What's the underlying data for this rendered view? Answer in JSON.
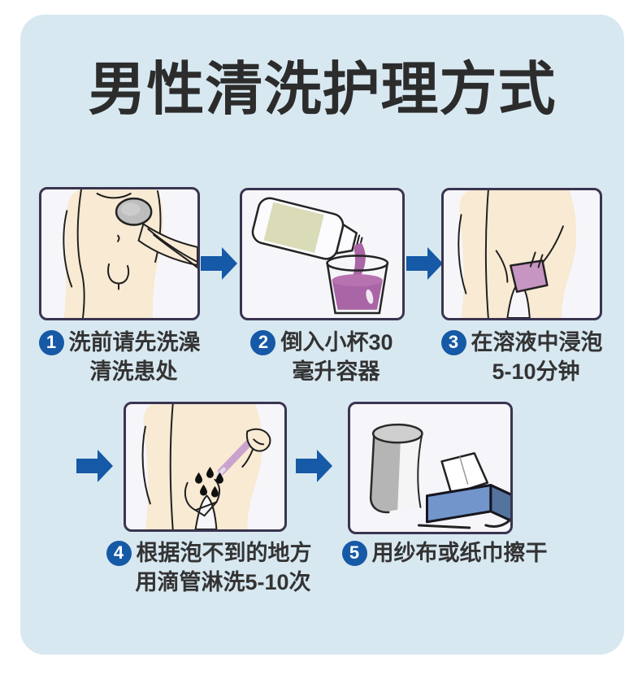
{
  "title": "男性清洗护理方式",
  "steps": [
    {
      "num": "1",
      "line1": "洗前请先洗澡",
      "line2": "清洗患处"
    },
    {
      "num": "2",
      "line1": "倒入小杯30",
      "line2": "毫升容器"
    },
    {
      "num": "3",
      "line1": "在溶液中浸泡",
      "line2": "5-10分钟"
    },
    {
      "num": "4",
      "line1": "根据泡不到的地方",
      "line2": "用滴管淋洗5-10次"
    },
    {
      "num": "5",
      "line1": "用纱布或纸巾擦干",
      "line2": ""
    }
  ],
  "colors": {
    "card_bg": "#d8e8f1",
    "panel_bg": "#f6f6fa",
    "panel_border": "#3a3450",
    "accent_blue": "#1659a6",
    "title_color": "#2c2c2c",
    "caption_color": "#333333",
    "liquid_purple": "#a965a5",
    "bottle_label_green": "#d9dcb7",
    "cloth_purple": "#c795c2",
    "dropper_purple": "#c9a3ce",
    "tissue_box_blue": "#7296cb",
    "skin_tone": "#f8ead3"
  }
}
